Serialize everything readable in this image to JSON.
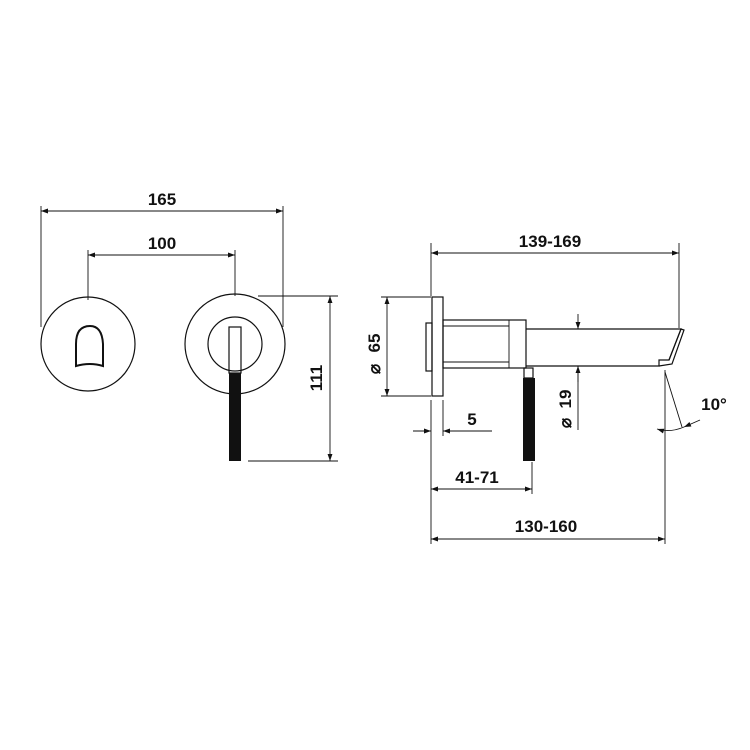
{
  "dimensions": {
    "front_total_width": "165",
    "front_center_distance": "100",
    "front_height": "111",
    "side_spout_length": "139-169",
    "rosette_diameter": "65",
    "rosette_symbol": "⌀",
    "spout_diameter": "19",
    "spout_symbol": "⌀",
    "plate_thickness": "5",
    "lever_distance": "41-71",
    "spout_projection": "130-160",
    "spout_angle": "10°"
  }
}
